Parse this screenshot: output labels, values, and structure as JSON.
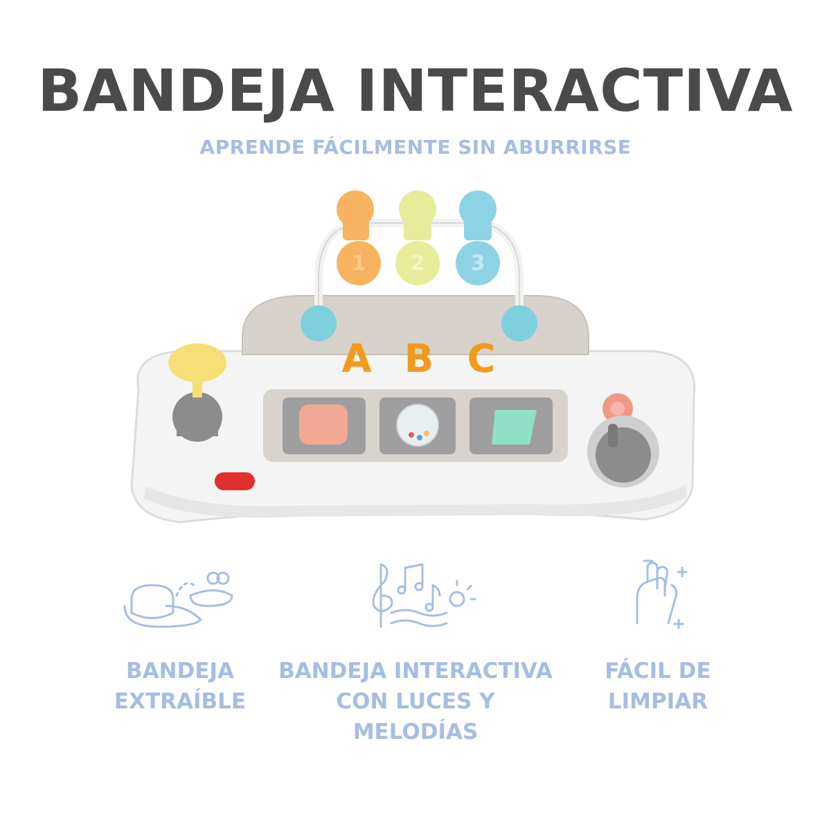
{
  "header": {
    "title": "BANDEJA INTERACTIVA",
    "subtitle": "APRENDE FÁCILMENTE SIN ABURRIRSE"
  },
  "product": {
    "bead_numbers": [
      "1",
      "2",
      "3"
    ],
    "letters": [
      "A",
      "B",
      "C"
    ]
  },
  "features": [
    {
      "icon": "removable-tray-icon",
      "label": "BANDEJA\nEXTRAÍBLE"
    },
    {
      "icon": "music-light-icon",
      "label": "BANDEJA INTERACTIVA\nCON LUCES Y\nMELODÍAS"
    },
    {
      "icon": "clean-hands-icon",
      "label": "FÁCIL DE\nLIMPIAR"
    }
  ],
  "colors": {
    "title": "#4a4a4c",
    "accent": "#a6bde3",
    "bead_orange": "#f7b35f",
    "bead_yellow": "#e6ec9a",
    "bead_blue": "#8ed3e4",
    "letter_orange": "#f29a1c"
  }
}
